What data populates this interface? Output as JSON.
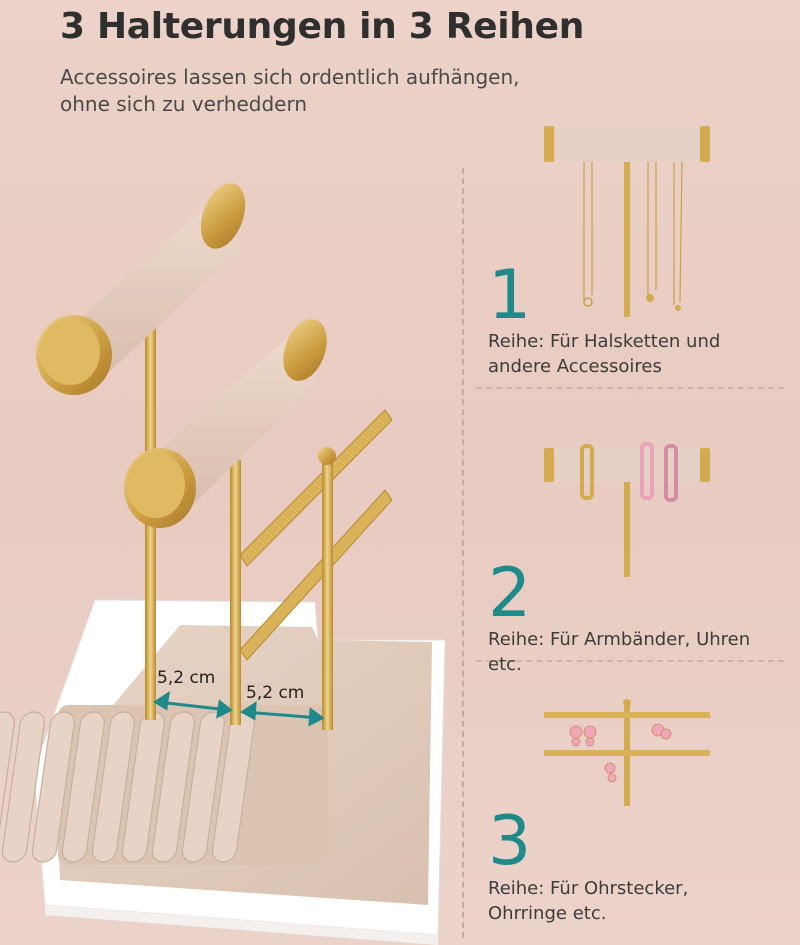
{
  "header": {
    "title": "3 Halterungen in 3 Reihen",
    "subtitle_line1": "Accessoires lassen sich ordentlich aufhängen,",
    "subtitle_line2": "ohne sich zu verheddern"
  },
  "measurements": {
    "left": "5,2 cm",
    "right": "5,2 cm"
  },
  "rows": [
    {
      "number": "1",
      "line1": "Reihe: Für Halsketten und",
      "line2": "andere Accessoires"
    },
    {
      "number": "2",
      "line1": "Reihe: Für Armbänder, Uhren etc.",
      "line2": ""
    },
    {
      "number": "3",
      "line1": "Reihe: Für Ohrstecker,",
      "line2": "Ohrringe etc."
    }
  ],
  "colors": {
    "accent_teal": "#1f8a8a",
    "gold": "#d4a84a",
    "velvet": "#e3cbbd",
    "tray_white": "#ffffff"
  }
}
